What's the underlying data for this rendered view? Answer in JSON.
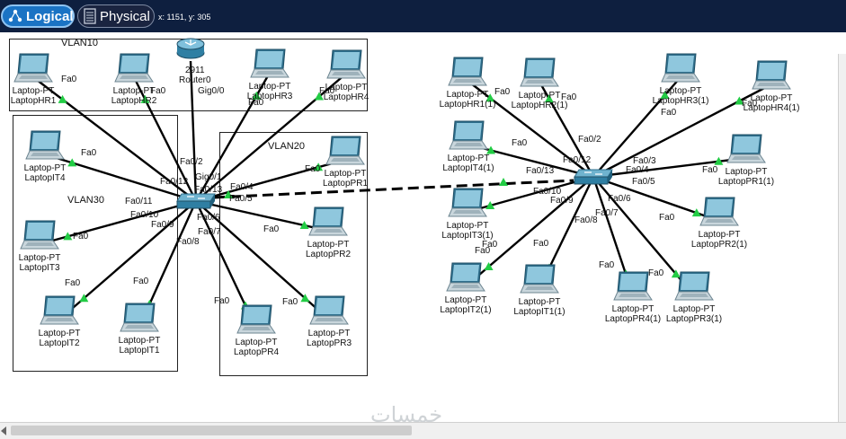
{
  "toolbar": {
    "logical_label": "Logical",
    "physical_label": "Physical",
    "coords": "x: 1151, y: 305"
  },
  "colors": {
    "link_light": "#22cc44",
    "cable": "#000000",
    "device": "#3a7a9a"
  },
  "vlans": {
    "vlan10": "VLAN10",
    "vlan20": "VLAN20",
    "vlan30": "VLAN30"
  },
  "router": {
    "model": "2911",
    "name": "Router0",
    "port_gig00": "Gig0/0",
    "port_switch_gig01": "Gig0/1"
  },
  "left_switch": {
    "ports": [
      "Fa0/2",
      "Fa0/12",
      "Fa0/13",
      "Fa0/4",
      "Fa0/5",
      "Fa0/11",
      "Fa0/10",
      "Fa0/9",
      "Fa0/6",
      "Fa0/7",
      "Fa0/8"
    ]
  },
  "right_switch": {
    "ports": [
      "Fa0/2",
      "Fa0/12",
      "Fa0/13",
      "Fa0/3",
      "Fa0/4",
      "Fa0/5",
      "Fa0/10",
      "Fa0/9",
      "Fa0/6",
      "Fa0/7",
      "Fa0/8"
    ]
  },
  "left_laptops": [
    {
      "model": "Laptop-PT",
      "name": "LaptopHR1",
      "port": "Fa0"
    },
    {
      "model": "Laptop-PT",
      "name": "LaptopHR2",
      "port": "Fa0"
    },
    {
      "model": "Laptop-PT",
      "name": "LaptopHR3",
      "port": "Fa0"
    },
    {
      "model": "Laptop-PT",
      "name": "LaptopHR4",
      "port": "Fa0"
    },
    {
      "model": "Laptop-PT",
      "name": "LaptopIT4",
      "port": "Fa0"
    },
    {
      "model": "Laptop-PT",
      "name": "LaptopPR1",
      "port": "Fa0"
    },
    {
      "model": "Laptop-PT",
      "name": "LaptopIT3",
      "port": "Fa0"
    },
    {
      "model": "Laptop-PT",
      "name": "LaptopPR2",
      "port": "Fa0"
    },
    {
      "model": "Laptop-PT",
      "name": "LaptopIT2",
      "port": "Fa0"
    },
    {
      "model": "Laptop-PT",
      "name": "LaptopIT1",
      "port": "Fa0"
    },
    {
      "model": "Laptop-PT",
      "name": "LaptopPR4",
      "port": "Fa0"
    },
    {
      "model": "Laptop-PT",
      "name": "LaptopPR3",
      "port": "Fa0"
    }
  ],
  "right_laptops": [
    {
      "model": "Laptop-PT",
      "name": "LaptopHR1(1)",
      "port": "Fa0"
    },
    {
      "model": "Laptop-PT",
      "name": "LaptopHR2(1)",
      "port": "Fa0"
    },
    {
      "model": "Laptop-PT",
      "name": "LaptopHR3(1)",
      "port": "Fa0"
    },
    {
      "model": "Laptop-PT",
      "name": "LaptopHR4(1)",
      "port": "Fa0"
    },
    {
      "model": "Laptop-PT",
      "name": "LaptopIT4(1)",
      "port": "Fa0"
    },
    {
      "model": "Laptop-PT",
      "name": "LaptopPR1(1)",
      "port": "Fa0"
    },
    {
      "model": "Laptop-PT",
      "name": "LaptopIT3(1)",
      "port": "Fa0"
    },
    {
      "model": "Laptop-PT",
      "name": "LaptopPR2(1)",
      "port": "Fa0"
    },
    {
      "model": "Laptop-PT",
      "name": "LaptopIT2(1)",
      "port": "Fa0"
    },
    {
      "model": "Laptop-PT",
      "name": "LaptopIT1(1)",
      "port": "Fa0"
    },
    {
      "model": "Laptop-PT",
      "name": "LaptopPR4(1)",
      "port": "Fa0"
    },
    {
      "model": "Laptop-PT",
      "name": "LaptopPR3(1)",
      "port": "Fa0"
    }
  ],
  "watermark": "خمسات"
}
